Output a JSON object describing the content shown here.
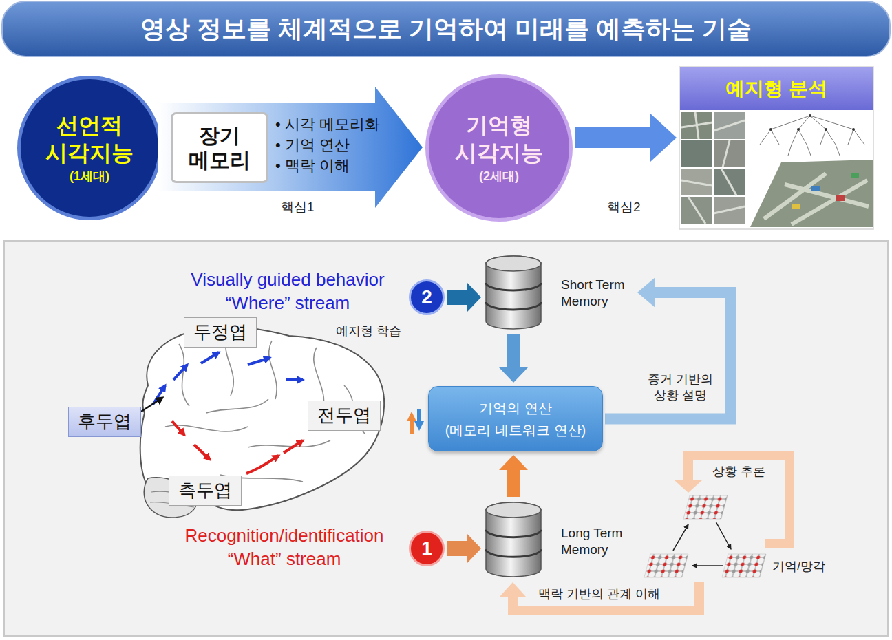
{
  "diagram": {
    "title": "영상 정보를 체계적으로 기억하여 미래를 예측하는 기술",
    "nodes": [
      {
        "text": [
          "선언적 시각지능",
          "(1세대)"
        ]
      },
      {
        "text": [
          "• 시각 메모리화",
          "• 기억 연산",
          "• 맥락 이해"
        ]
      },
      {
        "text": [
          "장기 메모리"
        ],
        "in": 1
      },
      {
        "text": [
          "기억형 시각지능",
          "(2세대)"
        ]
      },
      {
        "text": [
          "예지형 분석"
        ]
      },
      {
        "text": [
          "2"
        ]
      },
      {
        "text": [
          "Short Term Memory"
        ]
      },
      {
        "text": [
          "두정엽"
        ]
      },
      {
        "text": [
          "후두엽"
        ]
      },
      {
        "text": [
          "기억의 연산",
          "(메모리 네트워크 연산)"
        ]
      },
      {
        "text": [
          "전두엽"
        ]
      },
      {
        "text": [
          "측두엽"
        ]
      },
      {
        "text": [
          "1"
        ]
      },
      {
        "text": [
          "Long Term Memory"
        ]
      }
    ],
    "edges": [
      {
        "from": 3,
        "to": 4,
        "arrow": "to",
        "label": "핵심2"
      },
      {
        "from": 5,
        "to": 6,
        "arrow": "to"
      },
      {
        "from": 6,
        "to": 9,
        "arrow": "to"
      },
      {
        "from": 13,
        "to": 9,
        "arrow": "to"
      },
      {
        "from": 9,
        "to": 6,
        "arrow": "to",
        "label": "증거 기반의 상황 설명"
      },
      {
        "from": 12,
        "to": 13,
        "arrow": "to"
      }
    ],
    "labels": [
      "핵심1",
      "Visually guided behavior “Where” stream",
      "예지형 학습",
      "Recognition/identification “What” stream",
      "상황 추론",
      "기억/망각",
      "맥락 기반의 관계 이해"
    ]
  }
}
